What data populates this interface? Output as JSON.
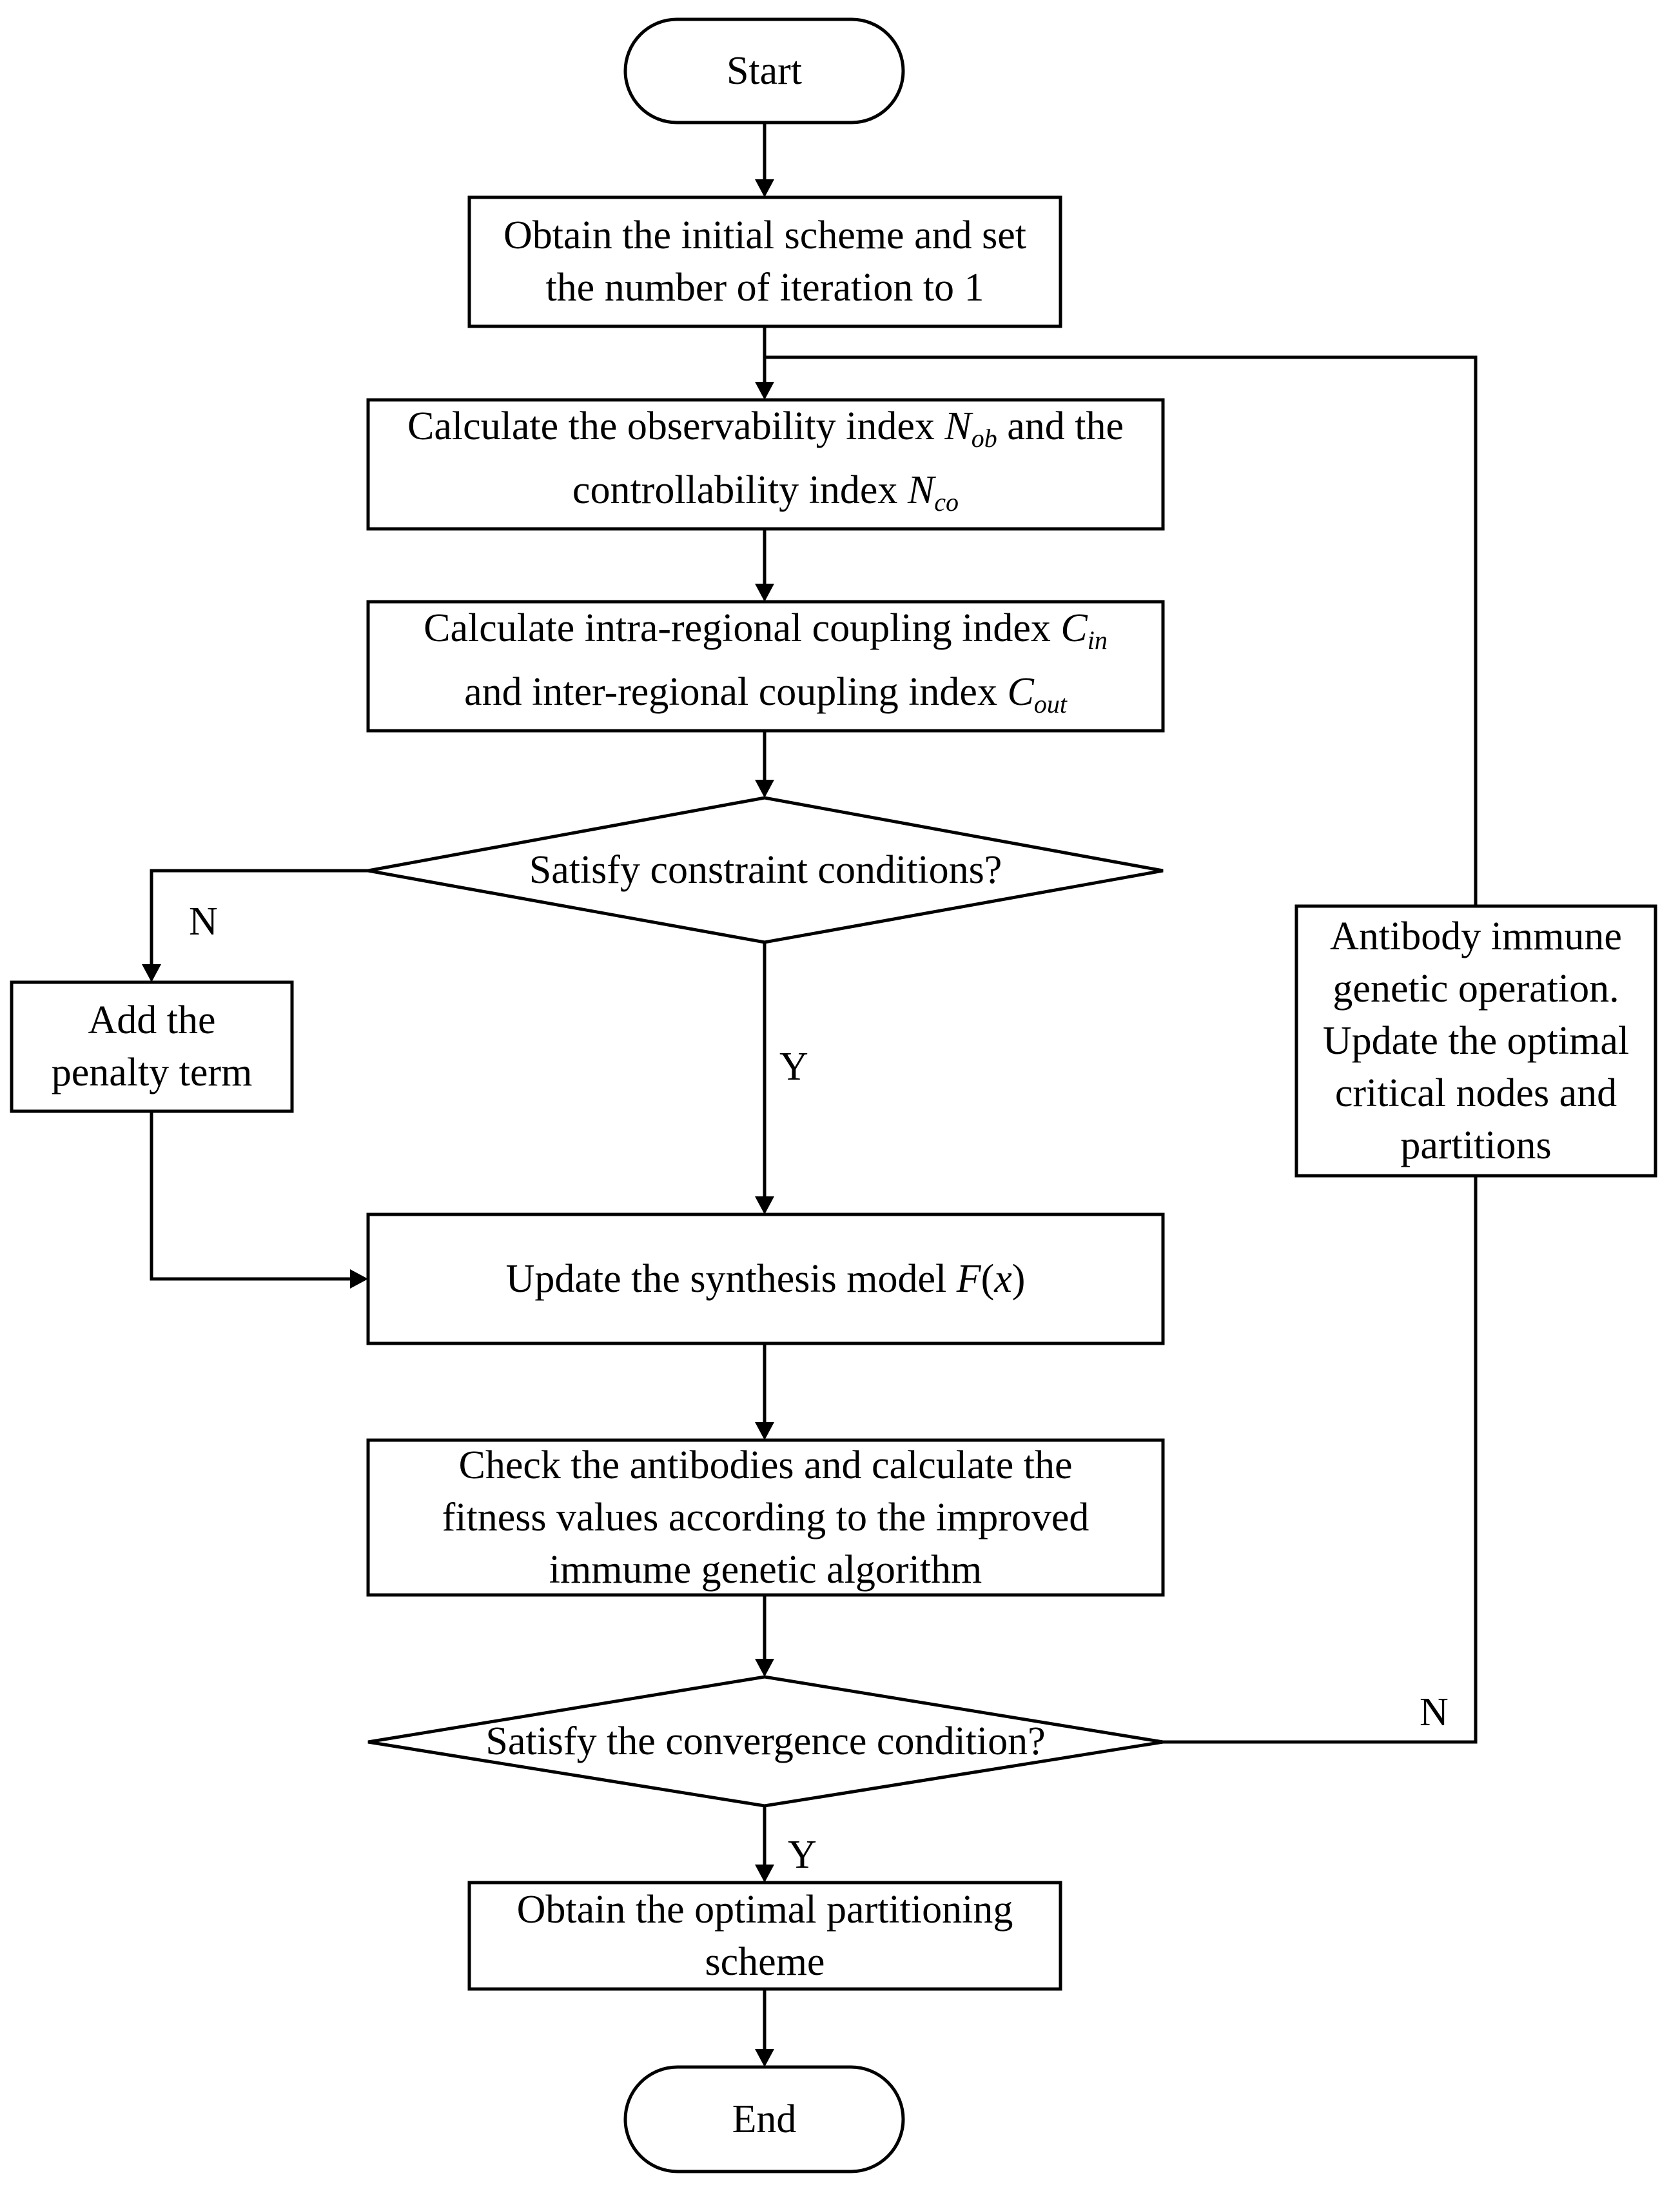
{
  "nodes": {
    "start": "Start",
    "init": {
      "line1": "Obtain the initial scheme and set",
      "line2": "the number of iteration to 1"
    },
    "calc_index": {
      "line1_prefix": "Calculate the observability index ",
      "line1_sym": "N",
      "line1_sub": "ob",
      "line1_suffix": " and the",
      "line2_prefix": "controllability index ",
      "line2_sym": "N",
      "line2_sub": "co"
    },
    "calc_coupling": {
      "line1_prefix": "Calculate intra-regional coupling index ",
      "line1_sym": "C",
      "line1_sub": "in",
      "line2_prefix": "and inter-regional coupling index ",
      "line2_sym": "C",
      "line2_sub": "out"
    },
    "constraint": "Satisfy constraint conditions?",
    "penalty": {
      "line1": "Add the",
      "line2": "penalty term"
    },
    "update_model": {
      "prefix": "Update the synthesis model ",
      "sym_f": "F",
      "open": "(",
      "sym_x": "x",
      "close": ")"
    },
    "check": {
      "line1": "Check the antibodies and calculate the",
      "line2": "fitness values according to the improved",
      "line3": "immume genetic algorithm"
    },
    "convergence": "Satisfy the convergence condition?",
    "optimal": {
      "line1": "Obtain the optimal partitioning",
      "line2": "scheme"
    },
    "end": "End",
    "antibody": {
      "line1": "Antibody immune",
      "line2": "genetic operation.",
      "line3": "Update the optimal",
      "line4": "critical nodes and",
      "line5": "partitions"
    }
  },
  "edge_labels": {
    "constraint_no": "N",
    "constraint_yes": "Y",
    "convergence_no": "N",
    "convergence_yes": "Y"
  }
}
